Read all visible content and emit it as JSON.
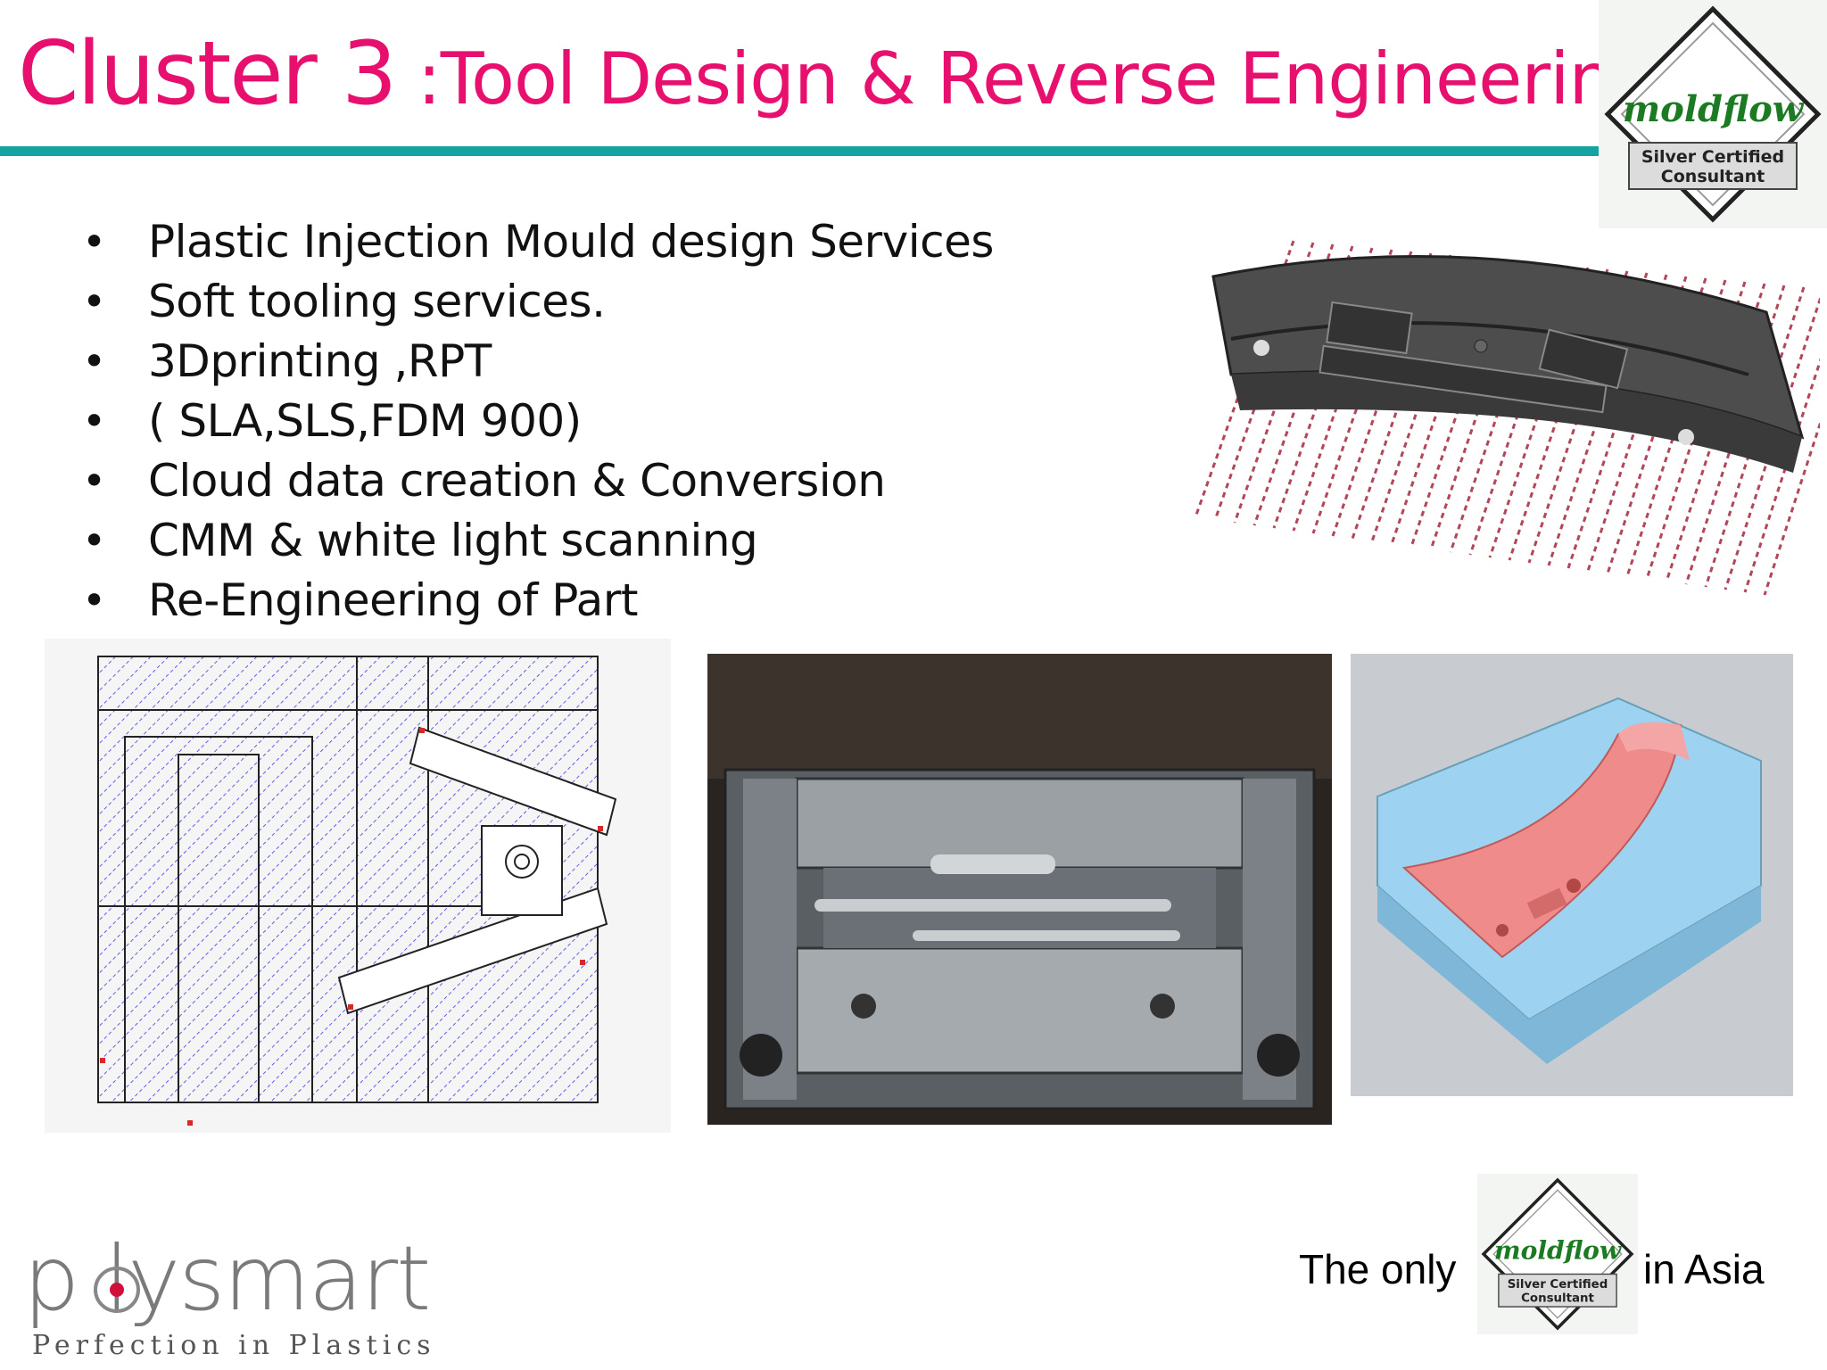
{
  "slide": {
    "title_cluster": "Cluster 3",
    "title_rest": " :Tool Design & Reverse Engineering",
    "bullets": [
      "Plastic Injection Mould design Services",
      "Soft tooling services.",
      "3Dprinting ,RPT",
      "( SLA,SLS,FDM 900)",
      "Cloud data creation & Conversion",
      "CMM & white light scanning",
      "Re-Engineering of Part"
    ],
    "bullet_symbol": "•"
  },
  "badge": {
    "brand": "moldflow",
    "line1": "Silver Certified",
    "line2": "Consultant"
  },
  "footer": {
    "left_text": "The only",
    "right_text": "in Asia"
  },
  "logo": {
    "word": "p lysmart",
    "tagline": "Perfection in Plastics"
  },
  "colors": {
    "title": "#e8106e",
    "rule": "#14a3a0",
    "moldflow_green": "#1c7a22"
  }
}
